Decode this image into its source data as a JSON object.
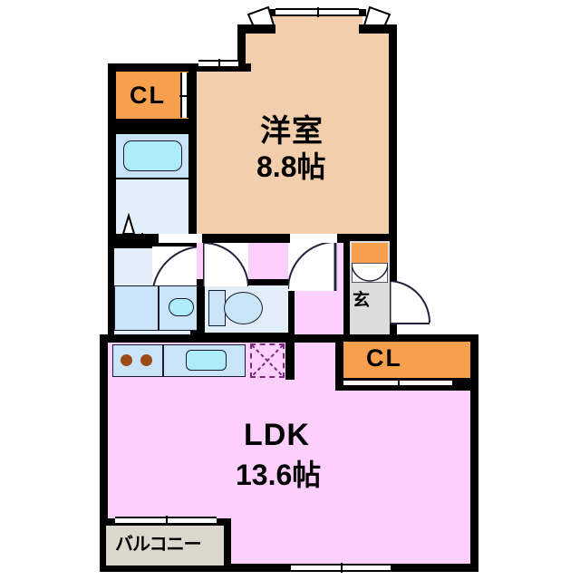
{
  "document": {
    "type": "floor-plan",
    "title": "間取り図",
    "language": "ja"
  },
  "colors": {
    "wall": "#000000",
    "bedroom_fill": "#F2CEAC",
    "ldk_fill": "#FCCFFC",
    "closet_fill": "#F6A04D",
    "sanitary_fill": "#E2EFFB",
    "sanitary_deep_fill": "#C9E3F7",
    "tub_fill": "#AEECF9",
    "entrance_fill": "#DCDCDC",
    "balcony_fill": "#DCD6CC",
    "fixture_outline": "#1A1A2E",
    "burner": "#9B4B16",
    "fridge_dash": "#7A2A7A"
  },
  "rooms": {
    "bedroom": {
      "name": "洋室",
      "size": "8.8帖",
      "label_name": "洋室",
      "label_size": "8.8帖"
    },
    "ldk": {
      "name": "LDK",
      "size": "13.6帖",
      "label_name": "LDK",
      "label_size": "13.6帖"
    },
    "entrance": {
      "name": "玄",
      "label": "玄"
    },
    "balcony": {
      "name": "バルコニー",
      "label": "バルコニー"
    }
  },
  "closets": {
    "bedroom_closet": {
      "label": "CL"
    },
    "ldk_closet": {
      "label": "CL"
    },
    "shoe_box": {
      "label": ""
    }
  },
  "fixtures": {
    "bathtub": "bathtub",
    "washbasin": "washbasin",
    "washing_machine": "washing-machine-space",
    "toilet": "toilet",
    "kitchen_sink": "kitchen-sink",
    "stove": "gas-stove-2-burner",
    "refrigerator_space": "refrigerator-space"
  },
  "openings": {
    "bay_window": "bay-window",
    "bedroom_window_left": "window",
    "ldk_window_south": "window",
    "balcony_window": "window",
    "ldk_closet_doors": "sliding-doors",
    "bedroom_closet_doors": "sliding-doors",
    "bedroom_entry_door": "swing-door",
    "entrance_door": "swing-door",
    "bath_door": "swing-door",
    "toilet_door": "swing-door",
    "shoe_box_doors": "double-doors"
  }
}
